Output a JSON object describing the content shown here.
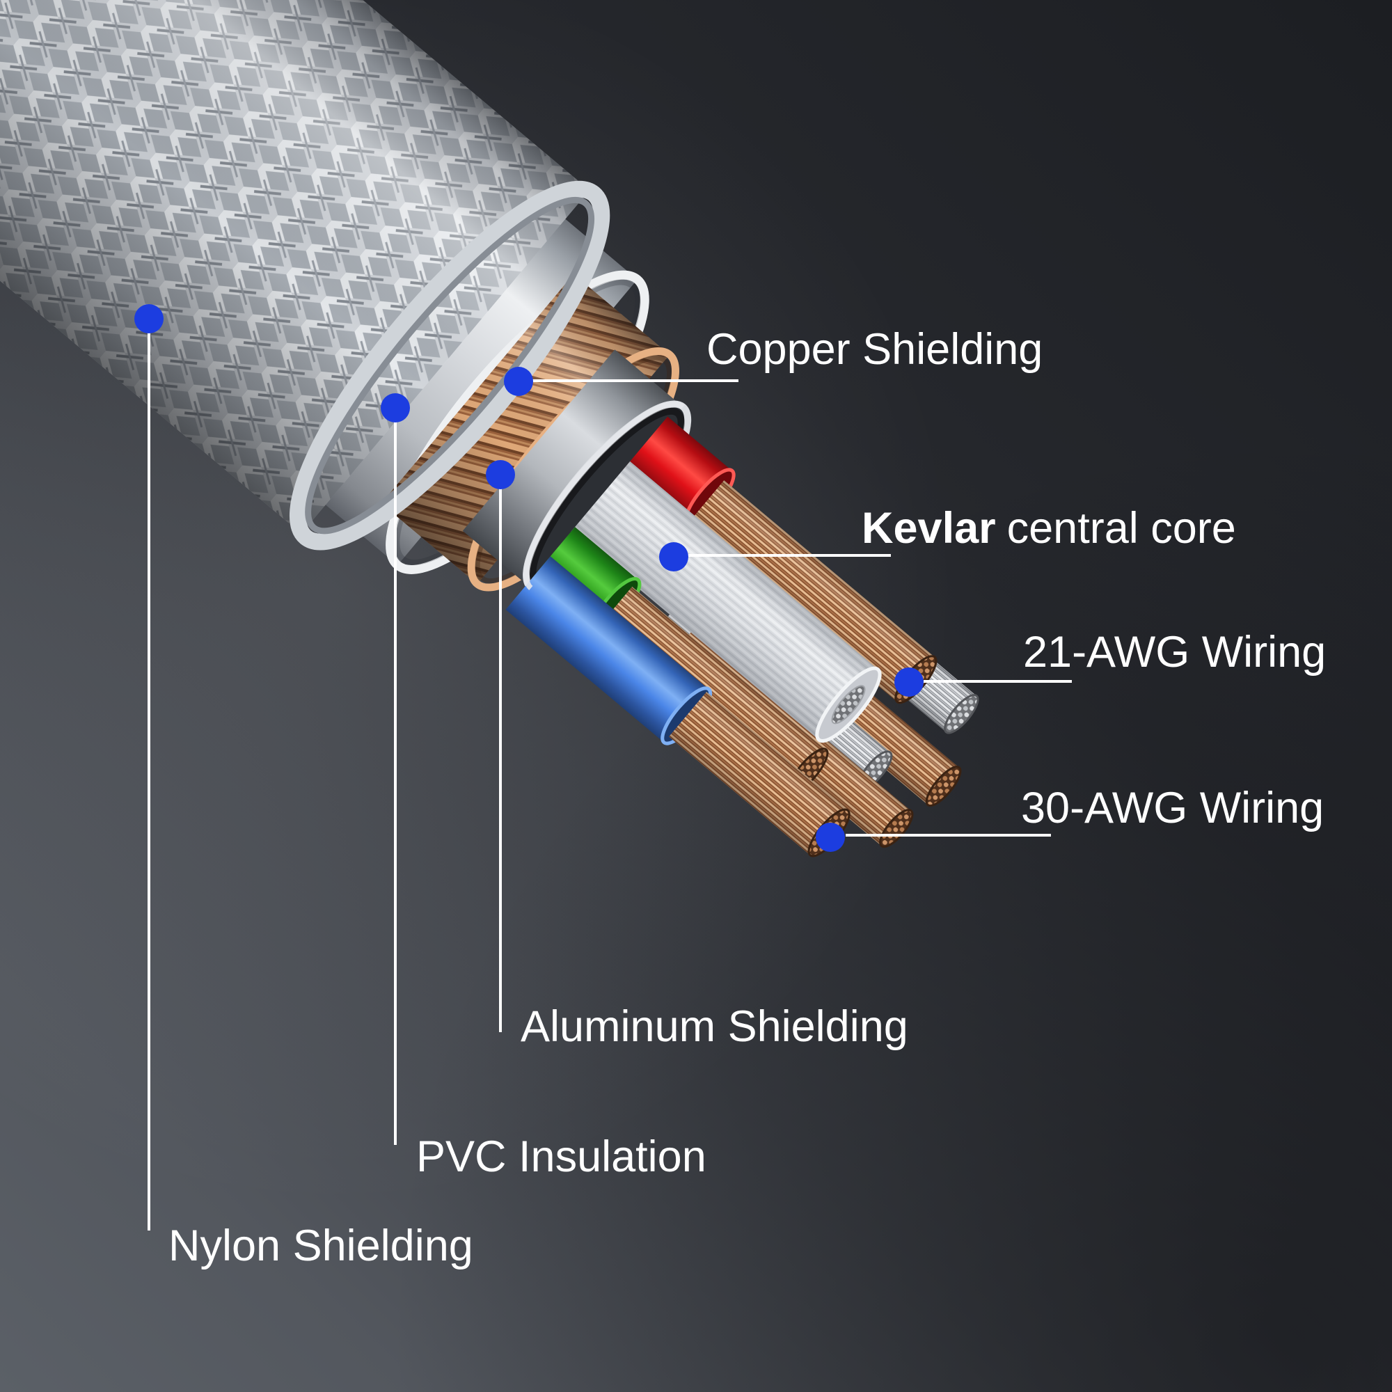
{
  "figure": {
    "kind": "product-callout-diagram",
    "subject": "Braided USB cable cutaway showing internal construction layers"
  },
  "colors": {
    "accent_blue": "#1c3de0",
    "leader_line": "#ffffff",
    "label_text": "#ffffff",
    "background_dark": "#1d1f24",
    "background_light": "#5b6067",
    "nylon_braid": "#aab0b7",
    "pvc_white": "#dde0e3",
    "copper_shield": "#c98f62",
    "aluminum": "#b9bdc2",
    "kevlar_core": "#e3e5e8",
    "wire_red": "#e01118",
    "wire_green": "#2f9f1e",
    "wire_blue": "#4b86e8",
    "copper_strands": "#b5774a",
    "tinned_strands": "#c6c8cc"
  },
  "labels": [
    {
      "id": "copper-shielding",
      "text": "Copper Shielding"
    },
    {
      "id": "kevlar-central-core",
      "text_bold": "Kevlar",
      "text_rest": "central core"
    },
    {
      "id": "awg21-wiring",
      "text": "21-AWG Wiring"
    },
    {
      "id": "awg30-wiring",
      "text": "30-AWG Wiring"
    },
    {
      "id": "aluminum-shielding",
      "text": "Aluminum Shielding"
    },
    {
      "id": "pvc-insulation",
      "text": "PVC Insulation"
    },
    {
      "id": "nylon-shielding",
      "text": "Nylon Shielding"
    }
  ]
}
